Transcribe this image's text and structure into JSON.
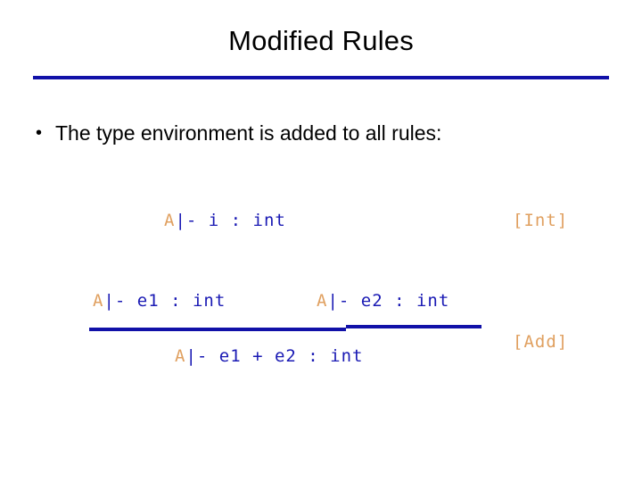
{
  "slide": {
    "title": "Modified Rules",
    "background_color": "#FFFFFF",
    "rule_color": "#1111A8",
    "accent_env_color": "#E0A060",
    "judgment_color": "#1A1AB4",
    "title_color": "#000000"
  },
  "body": {
    "bullet_marker": "•",
    "bullet_text": "The type environment is added to all rules:"
  },
  "rules": [
    {
      "name": "Int",
      "tag": "[Int]",
      "premises": [],
      "conclusion": {
        "env": "A",
        "turnstile_and_expr": "|- i : int",
        "full": "A |- i : int"
      }
    },
    {
      "name": "Add",
      "tag": "[Add]",
      "premises": [
        {
          "env": "A",
          "turnstile_and_expr": "|- e1 : int",
          "full": "A |- e1 : int"
        },
        {
          "env": "A",
          "turnstile_and_expr": "|- e2 : int",
          "full": "A |- e2 : int"
        }
      ],
      "conclusion": {
        "env": "A",
        "turnstile_and_expr": "|- e1 + e2 : int",
        "full": "A |- e1 + e2 : int"
      }
    }
  ]
}
